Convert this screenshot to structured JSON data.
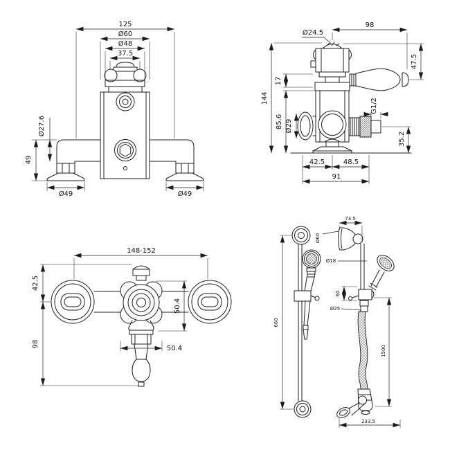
{
  "canvas": {
    "background": "#ffffff",
    "line_color": "#1c1c1c"
  },
  "views": {
    "valve_front": {
      "dims": {
        "overall_width": "125",
        "escutcheon_dia": "Ø60",
        "cap_dia": "Ø48",
        "handle_width": "37.5",
        "pipe_dia": "Ø27.6",
        "drop_height": "49",
        "flange_dia_left": "Ø49",
        "flange_dia_right": "Ø49"
      }
    },
    "valve_side": {
      "dims": {
        "lever_reach": "98",
        "cap_dia": "Ø24.5",
        "lever_rise": "47.5",
        "step_height": "17",
        "overall_height": "144",
        "body_height": "85.6",
        "union_dia": "Ø29",
        "outlet_thread": "G1/2",
        "outlet_offset": "35.2",
        "front_offset": "42.5",
        "rear_offset": "48.5",
        "total_depth": "91"
      }
    },
    "mixer_front": {
      "dims": {
        "hole_centres": "148-152",
        "top_offset": "42.5",
        "rosette_height": "50.4",
        "outlet_width": "50.4",
        "drop_length": "98"
      }
    },
    "slide_rail": {
      "dims": {
        "bracket_depth": "73.5",
        "bracket_dia": "Ø60",
        "rail_dia": "Ø18",
        "holder_height": "60",
        "connector_dia": "Ø25",
        "rail_length": "660",
        "hose_length": "1500",
        "overall_depth": "233.5"
      }
    }
  }
}
